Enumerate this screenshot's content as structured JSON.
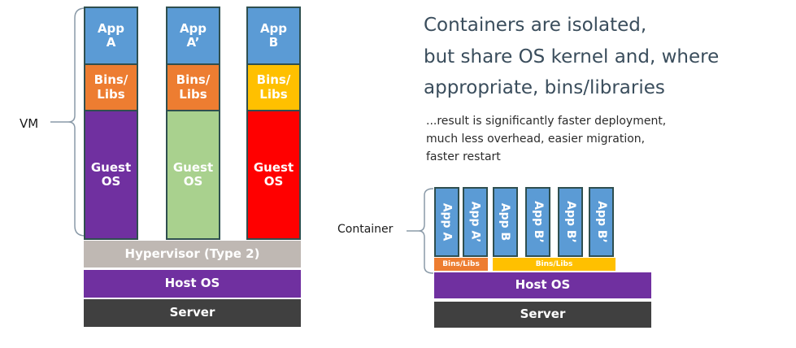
{
  "vm_stack": {
    "bracket_label": "VM",
    "columns": [
      {
        "app": "App\nA",
        "bins": "Bins/\nLibs",
        "guest_os": "Guest\nOS"
      },
      {
        "app": "App\nA’",
        "bins": "Bins/\nLibs",
        "guest_os": "Guest\nOS"
      },
      {
        "app": "App\nB",
        "bins": "Bins/\nLibs",
        "guest_os": "Guest\nOS"
      }
    ],
    "hypervisor": "Hypervisor (Type 2)",
    "host_os": "Host OS",
    "server": "Server"
  },
  "headline": {
    "line1": "Containers are isolated,",
    "line2": "but share OS kernel  and, where",
    "line3": "appropriate, bins/libraries"
  },
  "subtext": {
    "line1": "...result is significantly faster deployment,",
    "line2": "much less overhead, easier migration,",
    "line3": "faster restart"
  },
  "container_stack": {
    "bracket_label": "Container",
    "apps": [
      "App A",
      "App A’",
      "App B",
      "App B’",
      "App B’",
      "App B’"
    ],
    "bins_left": "Bins/Libs",
    "bins_right": "Bins/Libs",
    "host_os": "Host OS",
    "server": "Server"
  },
  "colors": {
    "app": "#5b9bd5",
    "bins_orange": "#ed7d31",
    "bins_yellow": "#ffc000",
    "guest_purple": "#7030a0",
    "guest_green": "#a9d18e",
    "guest_red": "#ff0000",
    "hypervisor": "#bfb8b3",
    "host_os": "#7030a0",
    "server": "#404040",
    "headline_text": "#3a4d5c"
  }
}
